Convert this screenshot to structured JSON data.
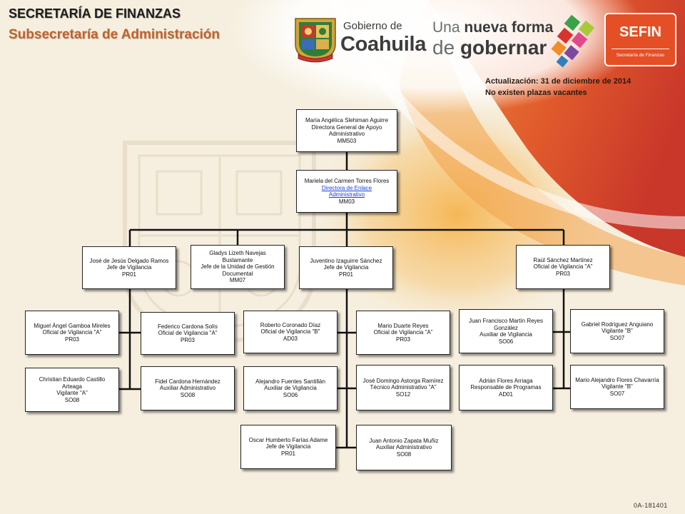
{
  "header": {
    "title": "SECRETARÍA DE FINANZAS",
    "subtitle": "Subsecretaría de Administración"
  },
  "logos": {
    "gobierno_de": "Gobierno de",
    "coahuila": "Coahuila",
    "slogan_una": "Una",
    "slogan_nueva_forma": "nueva forma",
    "slogan_de": "de",
    "slogan_gobernar": "gobernar",
    "sefin": "SEFIN",
    "sefin_sub": "Secretaría de Finanzas",
    "seal_icon": "coahuila-seal-icon",
    "mosaic_icon": "colored-squares-icon"
  },
  "update": {
    "date_line": "Actualización: 31 de diciembre de 2014",
    "vacancies": "No existen plazas vacantes"
  },
  "colors": {
    "title": "#1c1c1c",
    "subtitle": "#c2612b",
    "sefin_red": "#e44f26",
    "link": "#1a3fd6"
  },
  "org_chart": {
    "positions": [
      {
        "name": "María Angélica Slehiman Aguirre",
        "title": "Directora General de Apoyo Administrativo",
        "code": "MM503"
      },
      {
        "name": "Mariela del Carmen Torres Flores",
        "title": "Directora de Enlace Administrativo",
        "code": "MM03"
      },
      {
        "name": "José de Jesús Delgado Ramos",
        "title": "Jefe de Vigilancia",
        "code": "PR01"
      },
      {
        "name": "Gladys Lizeth Navejas Bustamante",
        "title": "Jefe de la Unidad de Gestión Documental",
        "code": "MM07"
      },
      {
        "name": "Juventino Izaguirre Sánchez",
        "title": "Jefe de Vigilancia",
        "code": "PR01"
      },
      {
        "name": "Raúl Sánchez Martínez",
        "title": "Oficial de Vigilancia \"A”",
        "code": "PR03"
      },
      {
        "name": "Miguel Ángel Gamboa Mireles",
        "title": "Oficial de Vigilancia \"A”",
        "code": "PR03"
      },
      {
        "name": "Federico Cardona Solís",
        "title": "Oficial de Vigilancia \"A”",
        "code": "PR03"
      },
      {
        "name": "Roberto Coronado Díaz",
        "title": "Oficial de Vigilancia \"B\"",
        "code": "AD03"
      },
      {
        "name": "Mario Duarte Reyes",
        "title": "Oficial de Vigilancia \"A”",
        "code": "PR03"
      },
      {
        "name": "Juan Francisco Martín Reyes González",
        "title": "Auxiliar de Vigilancia",
        "code": "SO06"
      },
      {
        "name": "Gabriel Rodríguez Anguiano",
        "title": "Vigilante \"B\"",
        "code": "SO07"
      },
      {
        "name": "Christian Eduardo Castillo Arteaga",
        "title": "Vigilante \"A”",
        "code": "SO08"
      },
      {
        "name": "Fidel Cardona Hernández",
        "title": "Auxiliar Administrativo",
        "code": "SO08"
      },
      {
        "name": "Alejandro Fuentes Santillán",
        "title": "Auxiliar de Vigilancia",
        "code": "SO06"
      },
      {
        "name": "José Domingo Astorga Ramírez",
        "title": "Técnico Administrativo \"A”",
        "code": "SO12"
      },
      {
        "name": "Adrián Flores Arriaga",
        "title": "Responsable de Programas",
        "code": "AD01"
      },
      {
        "name": "Mario Alejandro Flores Chavarría",
        "title": "Vigilante \"B\"",
        "code": "SO07"
      },
      {
        "name": "Oscar Humberto Farías Adame",
        "title": "Jefe de Vigilancia",
        "code": "PR01"
      },
      {
        "name": "Juan Antonio Zapata Muñiz",
        "title": "Auxiliar Administrativo",
        "code": "SO08"
      }
    ]
  },
  "footer": {
    "code": "0A-181401"
  }
}
